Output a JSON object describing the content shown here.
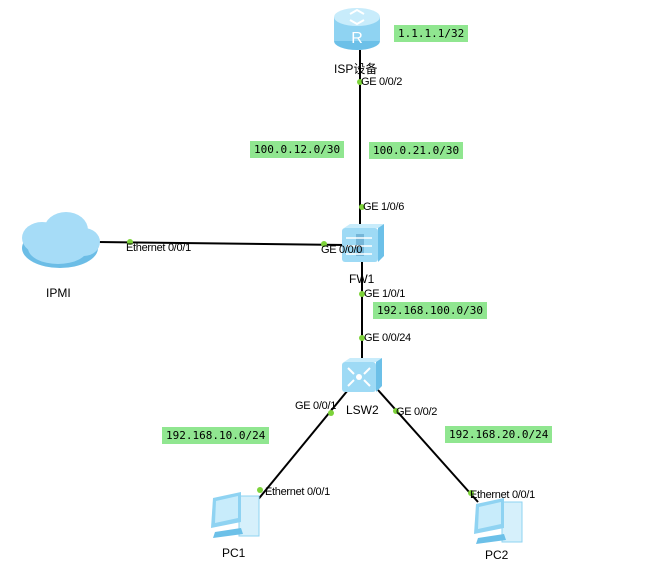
{
  "devices": {
    "isp": {
      "name": "ISP设备",
      "icon": "router-icon"
    },
    "fw1": {
      "name": "FW1",
      "icon": "firewall-icon"
    },
    "lsw2": {
      "name": "LSW2",
      "icon": "switch-icon"
    },
    "ipmi": {
      "name": "IPMI",
      "icon": "cloud-icon"
    },
    "pc1": {
      "name": "PC1",
      "icon": "pc-icon"
    },
    "pc2": {
      "name": "PC2",
      "icon": "pc-icon"
    }
  },
  "ports": {
    "isp_ge002": "GE 0/0/2",
    "fw_ge106": "GE 1/0/6",
    "fw_ge000": "GE 0/0/0",
    "fw_ge101": "GE 1/0/1",
    "ipmi_eth": "Ethernet 0/0/1",
    "lsw_ge0024": "GE 0/0/24",
    "lsw_ge001": "GE 0/0/1",
    "lsw_ge002": "GE 0/0/2",
    "pc1_eth": "Ethernet 0/0/1",
    "pc2_eth": "Ethernet 0/0/1"
  },
  "networks": {
    "loopback": "1.1.1.1/32",
    "isp_fw_a": "100.0.12.0/30",
    "isp_fw_b": "100.0.21.0/30",
    "fw_lsw": "192.168.100.0/30",
    "vlan10": "192.168.10.0/24",
    "vlan20": "192.168.20.0/24"
  },
  "colors": {
    "label_bg": "#90e690",
    "port_dot": "#7dd33a",
    "link": "#000000"
  }
}
